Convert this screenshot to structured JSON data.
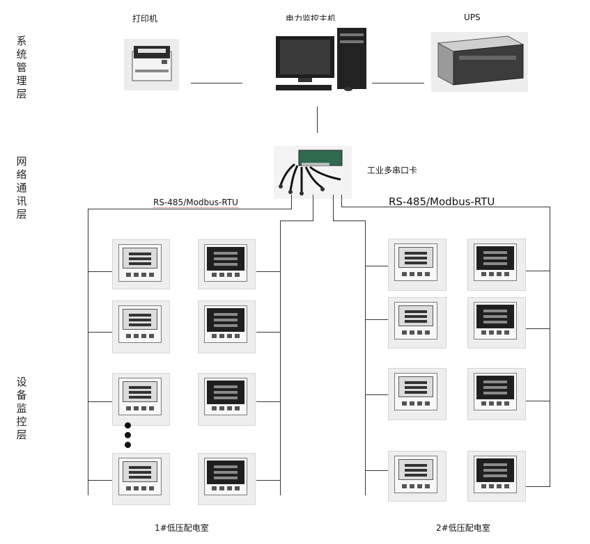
{
  "layers": {
    "management": "系统管理层",
    "network": "网络通讯层",
    "device": "设备监控层"
  },
  "devices": {
    "printer": "打印机",
    "host": "电力监控主机",
    "ups": "UPS",
    "serial_card": "工业多串口卡"
  },
  "protocols": {
    "left": "RS-485/Modbus-RTU",
    "right": "RS-485/Modbus-RTU"
  },
  "rooms": {
    "room1": "1#低压配电室",
    "room2": "2#低压配电室"
  }
}
